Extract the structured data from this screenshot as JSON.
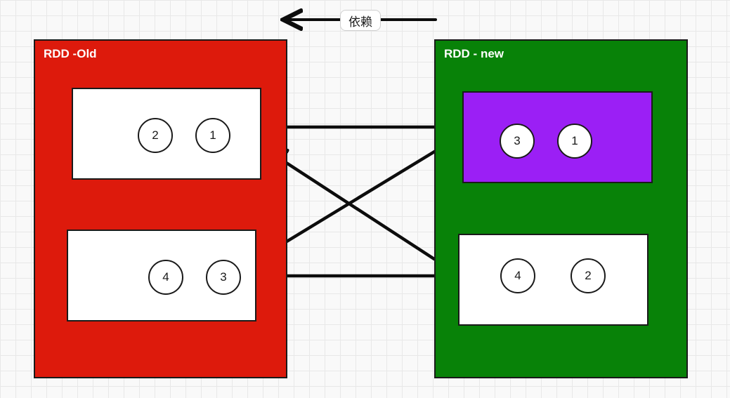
{
  "legend": {
    "label": "依赖"
  },
  "rdd_old": {
    "label": "RDD -Old",
    "color": "#dd1a0c",
    "partitions": [
      {
        "color": "#ffffff",
        "nodes": [
          "2",
          "1"
        ]
      },
      {
        "color": "#ffffff",
        "nodes": [
          "4",
          "3"
        ]
      }
    ]
  },
  "rdd_new": {
    "label": "RDD - new",
    "color": "#088208",
    "partitions": [
      {
        "color": "#9b1ff5",
        "nodes": [
          "3",
          "1"
        ]
      },
      {
        "color": "#ffffff",
        "nodes": [
          "4",
          "2"
        ]
      }
    ]
  },
  "colors": {
    "arrow": "#0d0d0d",
    "outline": "#1a1a1a"
  }
}
